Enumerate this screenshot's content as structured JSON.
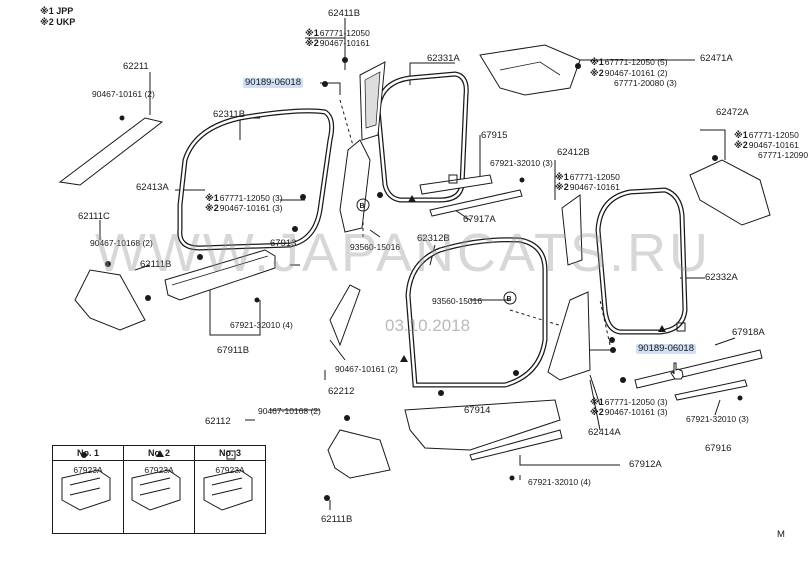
{
  "legend": {
    "mark1": "※1",
    "label1": "JPP",
    "mark2": "※2",
    "label2": "UKP"
  },
  "parts": {
    "p62411B": "62411B",
    "p67771_12050_a": "67771-12050",
    "p90467_10161_a": "90467-10161",
    "p62211": "62211",
    "p90467_10161_2_a": "90467-10161 (2)",
    "p90189_06018_a": "90189-06018",
    "p62331A": "62331A",
    "p62311B": "62311B",
    "p62413A": "62413A",
    "p67771_12050_3_a": "67771-12050 (3)",
    "p90467_10161_3_a": "90467-10161 (3)",
    "p62111C": "62111C",
    "p90467_10168_2_a": "90467-10168 (2)",
    "p62111B": "62111B",
    "p67913": "67913",
    "p93560_15016_a": "93560-15016",
    "p67921_32010_4_a": "67921-32010 (4)",
    "p67911B": "67911B",
    "p62471A": "62471A",
    "p67771_12050_5": "67771-12050 (5)",
    "p90467_10161_2_b": "90467-10161 (2)",
    "p67771_20080_3": "67771-20080 (3)",
    "p62472A": "62472A",
    "p67771_12050_b": "67771-12050",
    "p90467_10161_b": "90467-10161",
    "p67771_12090": "67771-12090",
    "p67915": "67915",
    "p67921_32010_3_a": "67921-32010 (3)",
    "p62412B": "62412B",
    "p67771_12050_c": "67771-12050",
    "p90467_10161_c": "90467-10161",
    "p67917A": "67917A",
    "p62312B": "62312B",
    "p62332A": "62332A",
    "p93560_15016_b": "93560-15016",
    "p90467_10161_2_c": "90467-10161 (2)",
    "p62212": "62212",
    "p90189_06018_b": "90189-06018",
    "p67918A": "67918A",
    "p67771_12050_3_b": "67771-12050 (3)",
    "p90467_10161_3_b": "90467-10161 (3)",
    "p62414A": "62414A",
    "p67914": "67914",
    "p62112": "62112",
    "p90467_10168_2_b": "90467-10168 (2)",
    "p67912A": "67912A",
    "p67921_32010_4_b": "67921-32010 (4)",
    "p67921_32010_3_b": "67921-32010 (3)",
    "p67916": "67916",
    "p62111B_b": "62111B"
  },
  "table": {
    "h1": "No. 1",
    "h2": "No. 2",
    "h3": "No. 3",
    "p1": "67923A",
    "p2": "67923A",
    "p3": "67923A"
  },
  "watermark": "WWW.JAPANCATS.RU",
  "date": "03.10.2018",
  "corner_code": "M"
}
